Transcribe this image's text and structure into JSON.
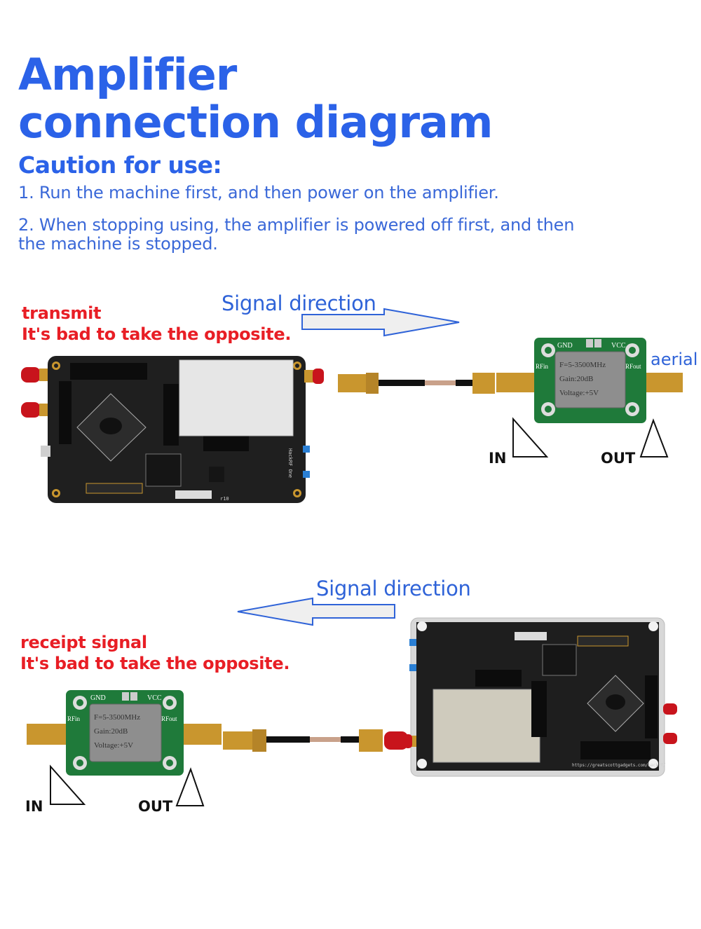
{
  "header": {
    "title_line1": "Amplifier",
    "title_line2": "connection diagram",
    "caution_heading": "Caution for use:",
    "notes": [
      "1. Run the machine first, and then power on the amplifier.",
      "2. When stopping using, the amplifier is powered off first, and then the machine is stopped."
    ]
  },
  "colors": {
    "heading_blue": "#2b62e8",
    "warning_red": "#e81e25",
    "arrow_fill": "#efefef",
    "arrow_stroke": "#2f63d8",
    "pcb_black": "#1c1c1c",
    "amp_green": "#1f7a3a",
    "sma_gold": "#c9962e",
    "cap_red": "#c8141c"
  },
  "transmit_section": {
    "mode_label": "transmit",
    "warning": "It's bad to take the opposite.",
    "signal_direction_label": "Signal direction",
    "arrow_direction": "right",
    "antenna_label": "aerial",
    "in_label": "IN",
    "out_label": "OUT"
  },
  "receive_section": {
    "mode_label": "receipt signal",
    "warning": "It's bad to take the opposite.",
    "signal_direction_label": "Signal direction",
    "arrow_direction": "left",
    "in_label": "IN",
    "out_label": "OUT"
  },
  "amplifier_module": {
    "pin_gnd": "GND",
    "pin_vcc": "VCC",
    "port_in": "RFin",
    "port_out": "RFout",
    "spec_freq": "F=5-3500MHz",
    "spec_gain": "Gain:20dB",
    "spec_voltage": "Voltage:+5V"
  },
  "sdr_board": {
    "silkscreen_name": "HackRF One",
    "silkscreen_url": "https://greatscottgadgets.com/hackrf/",
    "silkscreen_rev": "r10"
  }
}
